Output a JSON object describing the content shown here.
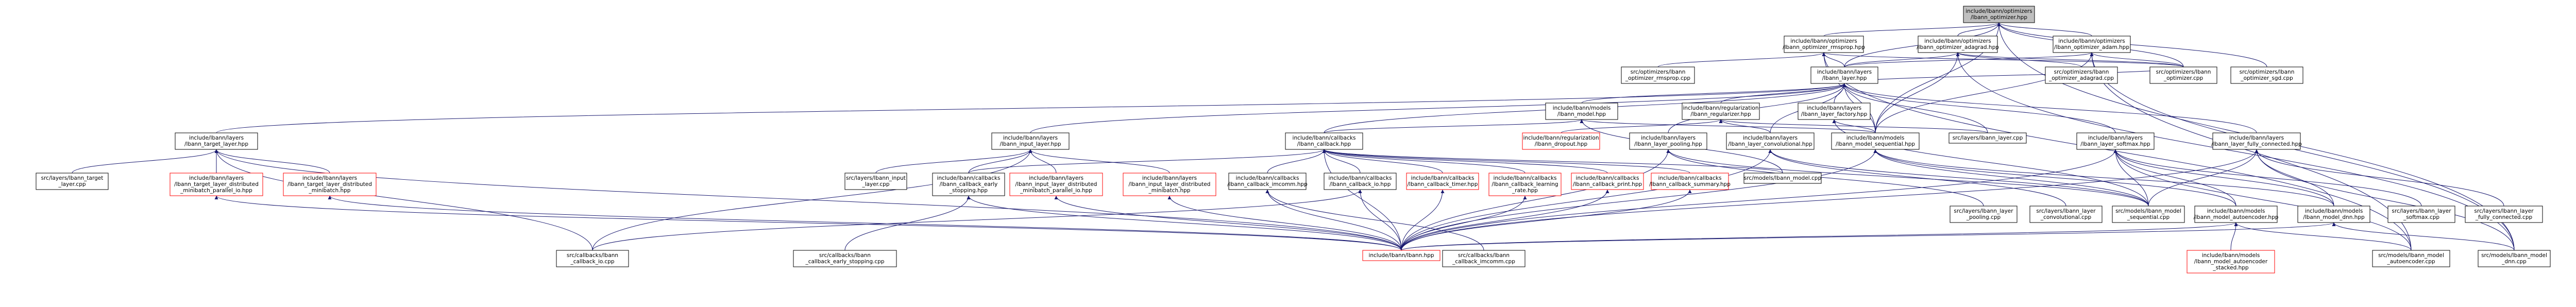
{
  "graph": {
    "title": "",
    "colors": {
      "edge": "#191970",
      "normal_border": "#000000",
      "missing_border": "#ff0000",
      "root_fill": "#bfbfbf",
      "node_fill": "#ffffff"
    },
    "nodes": [
      {
        "id": "root",
        "lines": [
          "include/lbann/optimizers",
          "/lbann_optimizer.hpp"
        ],
        "kind": "root"
      },
      {
        "id": "opt_rmsprop",
        "lines": [
          "include/lbann/optimizers",
          "/lbann_optimizer_rmsprop.hpp"
        ],
        "kind": "normal"
      },
      {
        "id": "opt_adagrad",
        "lines": [
          "include/lbann/optimizers",
          "/lbann_optimizer_adagrad.hpp"
        ],
        "kind": "normal"
      },
      {
        "id": "opt_adam",
        "lines": [
          "include/lbann/optimizers",
          "/lbann_optimizer_adam.hpp"
        ],
        "kind": "normal"
      },
      {
        "id": "src_rmsprop",
        "lines": [
          "src/optimizers/lbann",
          "_optimizer_rmsprop.cpp"
        ],
        "kind": "normal"
      },
      {
        "id": "layer_hpp",
        "lines": [
          "include/lbann/layers",
          "/lbann_layer.hpp"
        ],
        "kind": "normal"
      },
      {
        "id": "src_adagrad",
        "lines": [
          "src/optimizers/lbann",
          "_optimizer_adagrad.cpp"
        ],
        "kind": "normal"
      },
      {
        "id": "src_optimizer",
        "lines": [
          "src/optimizers/lbann",
          "_optimizer.cpp"
        ],
        "kind": "normal"
      },
      {
        "id": "src_sgd",
        "lines": [
          "src/optimizers/lbann",
          "_optimizer_sgd.cpp"
        ],
        "kind": "normal"
      },
      {
        "id": "model_hpp",
        "lines": [
          "include/lbann/models",
          "/lbann_model.hpp"
        ],
        "kind": "normal"
      },
      {
        "id": "reg_hpp",
        "lines": [
          "include/lbann/regularization",
          "/lbann_regularizer.hpp"
        ],
        "kind": "normal"
      },
      {
        "id": "layer_factory",
        "lines": [
          "include/lbann/layers",
          "/lbann_layer_factory.hpp"
        ],
        "kind": "normal"
      },
      {
        "id": "target_layer",
        "lines": [
          "include/lbann/layers",
          "/lbann_target_layer.hpp"
        ],
        "kind": "normal"
      },
      {
        "id": "input_layer",
        "lines": [
          "include/lbann/layers",
          "/lbann_input_layer.hpp"
        ],
        "kind": "normal"
      },
      {
        "id": "callback_hpp",
        "lines": [
          "include/lbann/callbacks",
          "/lbann_callback.hpp"
        ],
        "kind": "normal"
      },
      {
        "id": "dropout",
        "lines": [
          "include/lbann/regularization",
          "/lbann_dropout.hpp"
        ],
        "kind": "missing"
      },
      {
        "id": "pooling_hpp",
        "lines": [
          "include/lbann/layers",
          "/lbann_layer_pooling.hpp"
        ],
        "kind": "normal"
      },
      {
        "id": "conv_hpp",
        "lines": [
          "include/lbann/layers",
          "/lbann_layer_convolutional.hpp"
        ],
        "kind": "normal"
      },
      {
        "id": "seq_hpp",
        "lines": [
          "include/lbann/models",
          "/lbann_model_sequential.hpp"
        ],
        "kind": "normal"
      },
      {
        "id": "src_layer",
        "lines": [
          "src/layers/lbann_layer.cpp"
        ],
        "kind": "normal"
      },
      {
        "id": "softmax_hpp",
        "lines": [
          "include/lbann/layers",
          "/lbann_layer_softmax.hpp"
        ],
        "kind": "normal"
      },
      {
        "id": "fc_hpp",
        "lines": [
          "include/lbann/layers",
          "/lbann_layer_fully_connected.hpp"
        ],
        "kind": "normal"
      },
      {
        "id": "src_target",
        "lines": [
          "src/layers/lbann_target",
          "_layer.cpp"
        ],
        "kind": "normal"
      },
      {
        "id": "target_par_io",
        "lines": [
          "include/lbann/layers",
          "/lbann_target_layer_distributed",
          "_minibatch_parallel_io.hpp"
        ],
        "kind": "missing"
      },
      {
        "id": "target_dist",
        "lines": [
          "include/lbann/layers",
          "/lbann_target_layer_distributed",
          "_minibatch.hpp"
        ],
        "kind": "missing"
      },
      {
        "id": "src_input",
        "lines": [
          "src/layers/lbann_input",
          "_layer.cpp"
        ],
        "kind": "normal"
      },
      {
        "id": "cb_early",
        "lines": [
          "include/lbann/callbacks",
          "/lbann_callback_early",
          "_stopping.hpp"
        ],
        "kind": "normal"
      },
      {
        "id": "input_par_io",
        "lines": [
          "include/lbann/layers",
          "/lbann_input_layer_distributed",
          "_minibatch_parallel_io.hpp"
        ],
        "kind": "missing"
      },
      {
        "id": "input_dist",
        "lines": [
          "include/lbann/layers",
          "/lbann_input_layer_distributed",
          "_minibatch.hpp"
        ],
        "kind": "missing"
      },
      {
        "id": "cb_imcomm",
        "lines": [
          "include/lbann/callbacks",
          "/lbann_callback_imcomm.hpp"
        ],
        "kind": "normal"
      },
      {
        "id": "cb_io",
        "lines": [
          "include/lbann/callbacks",
          "/lbann_callback_io.hpp"
        ],
        "kind": "normal"
      },
      {
        "id": "cb_timer",
        "lines": [
          "include/lbann/callbacks",
          "/lbann_callback_timer.hpp"
        ],
        "kind": "missing"
      },
      {
        "id": "cb_lr",
        "lines": [
          "include/lbann/callbacks",
          "/lbann_callback_learning",
          "_rate.hpp"
        ],
        "kind": "missing"
      },
      {
        "id": "cb_print",
        "lines": [
          "include/lbann/callbacks",
          "/lbann_callback_print.hpp"
        ],
        "kind": "missing"
      },
      {
        "id": "cb_summary",
        "lines": [
          "include/lbann/callbacks",
          "/lbann_callback_summary.hpp"
        ],
        "kind": "missing"
      },
      {
        "id": "src_model",
        "lines": [
          "src/models/lbann_model.cpp"
        ],
        "kind": "normal"
      },
      {
        "id": "src_pooling",
        "lines": [
          "src/layers/lbann_layer",
          "_pooling.cpp"
        ],
        "kind": "normal"
      },
      {
        "id": "src_conv",
        "lines": [
          "src/layers/lbann_layer",
          "_convolutional.cpp"
        ],
        "kind": "normal"
      },
      {
        "id": "src_seq",
        "lines": [
          "src/models/lbann_model",
          "_sequential.cpp"
        ],
        "kind": "normal"
      },
      {
        "id": "autoenc_hpp",
        "lines": [
          "include/lbann/models",
          "/lbann_model_autoencoder.hpp"
        ],
        "kind": "normal"
      },
      {
        "id": "dnn_hpp",
        "lines": [
          "include/lbann/models",
          "/lbann_model_dnn.hpp"
        ],
        "kind": "normal"
      },
      {
        "id": "src_softmax",
        "lines": [
          "src/layers/lbann_layer",
          "_softmax.cpp"
        ],
        "kind": "normal"
      },
      {
        "id": "src_fc",
        "lines": [
          "src/layers/lbann_layer",
          "_fully_connected.cpp"
        ],
        "kind": "normal"
      },
      {
        "id": "src_cb_io",
        "lines": [
          "src/callbacks/lbann",
          "_callback_io.cpp"
        ],
        "kind": "normal"
      },
      {
        "id": "src_cb_early",
        "lines": [
          "src/callbacks/lbann",
          "_callback_early_stopping.cpp"
        ],
        "kind": "normal"
      },
      {
        "id": "lbann_hpp",
        "lines": [
          "include/lbann/lbann.hpp"
        ],
        "kind": "missing"
      },
      {
        "id": "src_cb_imcomm",
        "lines": [
          "src/callbacks/lbann",
          "_callback_imcomm.cpp"
        ],
        "kind": "normal"
      },
      {
        "id": "stacked_hpp",
        "lines": [
          "include/lbann/models",
          "/lbann_model_autoencoder",
          "_stacked.hpp"
        ],
        "kind": "missing"
      },
      {
        "id": "src_autoenc",
        "lines": [
          "src/models/lbann_model",
          "_autoencoder.cpp"
        ],
        "kind": "normal"
      },
      {
        "id": "src_dnn",
        "lines": [
          "src/models/lbann_model",
          "_dnn.cpp"
        ],
        "kind": "normal"
      }
    ],
    "edges": [
      [
        "root",
        "opt_rmsprop"
      ],
      [
        "root",
        "opt_adagrad"
      ],
      [
        "root",
        "opt_adam"
      ],
      [
        "root",
        "layer_hpp"
      ],
      [
        "root",
        "src_optimizer"
      ],
      [
        "root",
        "src_sgd"
      ],
      [
        "root",
        "seq_hpp"
      ],
      [
        "root",
        "src_dnn"
      ],
      [
        "opt_rmsprop",
        "src_rmsprop"
      ],
      [
        "opt_rmsprop",
        "layer_hpp"
      ],
      [
        "opt_rmsprop",
        "src_optimizer"
      ],
      [
        "opt_rmsprop",
        "seq_hpp"
      ],
      [
        "opt_rmsprop",
        "src_autoenc"
      ],
      [
        "opt_adagrad",
        "src_adagrad"
      ],
      [
        "opt_adagrad",
        "layer_hpp"
      ],
      [
        "opt_adagrad",
        "src_optimizer"
      ],
      [
        "opt_adagrad",
        "seq_hpp"
      ],
      [
        "opt_adagrad",
        "src_dnn"
      ],
      [
        "opt_adam",
        "layer_hpp"
      ],
      [
        "opt_adam",
        "src_optimizer"
      ],
      [
        "opt_adam",
        "seq_hpp"
      ],
      [
        "opt_adam",
        "src_autoenc"
      ],
      [
        "opt_adam",
        "src_dnn"
      ],
      [
        "layer_hpp",
        "model_hpp"
      ],
      [
        "layer_hpp",
        "reg_hpp"
      ],
      [
        "layer_hpp",
        "layer_factory"
      ],
      [
        "layer_hpp",
        "target_layer"
      ],
      [
        "layer_hpp",
        "input_layer"
      ],
      [
        "layer_hpp",
        "callback_hpp"
      ],
      [
        "layer_hpp",
        "src_layer"
      ],
      [
        "layer_hpp",
        "softmax_hpp"
      ],
      [
        "layer_hpp",
        "fc_hpp"
      ],
      [
        "layer_hpp",
        "pooling_hpp"
      ],
      [
        "layer_hpp",
        "conv_hpp"
      ],
      [
        "layer_hpp",
        "seq_hpp"
      ],
      [
        "layer_hpp",
        "src_optimizer"
      ],
      [
        "model_hpp",
        "callback_hpp"
      ],
      [
        "model_hpp",
        "seq_hpp"
      ],
      [
        "model_hpp",
        "src_model"
      ],
      [
        "reg_hpp",
        "dropout"
      ],
      [
        "reg_hpp",
        "src_layer"
      ],
      [
        "reg_hpp",
        "conv_hpp"
      ],
      [
        "layer_factory",
        "seq_hpp"
      ],
      [
        "layer_factory",
        "src_seq"
      ],
      [
        "target_layer",
        "src_target"
      ],
      [
        "target_layer",
        "target_par_io"
      ],
      [
        "target_layer",
        "target_dist"
      ],
      [
        "target_layer",
        "lbann_hpp"
      ],
      [
        "input_layer",
        "src_input"
      ],
      [
        "input_layer",
        "cb_early"
      ],
      [
        "input_layer",
        "input_par_io"
      ],
      [
        "input_layer",
        "input_dist"
      ],
      [
        "input_layer",
        "src_cb_io"
      ],
      [
        "callback_hpp",
        "cb_early"
      ],
      [
        "callback_hpp",
        "cb_imcomm"
      ],
      [
        "callback_hpp",
        "cb_io"
      ],
      [
        "callback_hpp",
        "cb_timer"
      ],
      [
        "callback_hpp",
        "cb_lr"
      ],
      [
        "callback_hpp",
        "cb_print"
      ],
      [
        "callback_hpp",
        "cb_summary"
      ],
      [
        "callback_hpp",
        "src_model"
      ],
      [
        "callback_hpp",
        "lbann_hpp"
      ],
      [
        "pooling_hpp",
        "src_pooling"
      ],
      [
        "pooling_hpp",
        "src_seq"
      ],
      [
        "pooling_hpp",
        "lbann_hpp"
      ],
      [
        "conv_hpp",
        "src_conv"
      ],
      [
        "conv_hpp",
        "src_seq"
      ],
      [
        "conv_hpp",
        "lbann_hpp"
      ],
      [
        "seq_hpp",
        "src_seq"
      ],
      [
        "seq_hpp",
        "autoenc_hpp"
      ],
      [
        "seq_hpp",
        "dnn_hpp"
      ],
      [
        "seq_hpp",
        "lbann_hpp"
      ],
      [
        "softmax_hpp",
        "src_softmax"
      ],
      [
        "softmax_hpp",
        "autoenc_hpp"
      ],
      [
        "softmax_hpp",
        "dnn_hpp"
      ],
      [
        "softmax_hpp",
        "src_seq"
      ],
      [
        "softmax_hpp",
        "lbann_hpp"
      ],
      [
        "softmax_hpp",
        "src_autoenc"
      ],
      [
        "fc_hpp",
        "src_fc"
      ],
      [
        "fc_hpp",
        "dnn_hpp"
      ],
      [
        "fc_hpp",
        "src_seq"
      ],
      [
        "fc_hpp",
        "src_dnn"
      ],
      [
        "fc_hpp",
        "lbann_hpp"
      ],
      [
        "target_par_io",
        "lbann_hpp"
      ],
      [
        "target_dist",
        "lbann_hpp"
      ],
      [
        "input_par_io",
        "lbann_hpp"
      ],
      [
        "input_dist",
        "lbann_hpp"
      ],
      [
        "cb_early",
        "src_cb_early"
      ],
      [
        "cb_early",
        "lbann_hpp"
      ],
      [
        "cb_imcomm",
        "src_cb_imcomm"
      ],
      [
        "cb_imcomm",
        "lbann_hpp"
      ],
      [
        "cb_io",
        "src_cb_io"
      ],
      [
        "cb_io",
        "lbann_hpp"
      ],
      [
        "cb_timer",
        "lbann_hpp"
      ],
      [
        "cb_lr",
        "lbann_hpp"
      ],
      [
        "cb_print",
        "lbann_hpp"
      ],
      [
        "cb_summary",
        "lbann_hpp"
      ],
      [
        "autoenc_hpp",
        "stacked_hpp"
      ],
      [
        "autoenc_hpp",
        "src_autoenc"
      ],
      [
        "autoenc_hpp",
        "lbann_hpp"
      ],
      [
        "dnn_hpp",
        "src_dnn"
      ],
      [
        "dnn_hpp",
        "lbann_hpp"
      ],
      [
        "target_layer",
        "src_cb_io"
      ]
    ]
  }
}
